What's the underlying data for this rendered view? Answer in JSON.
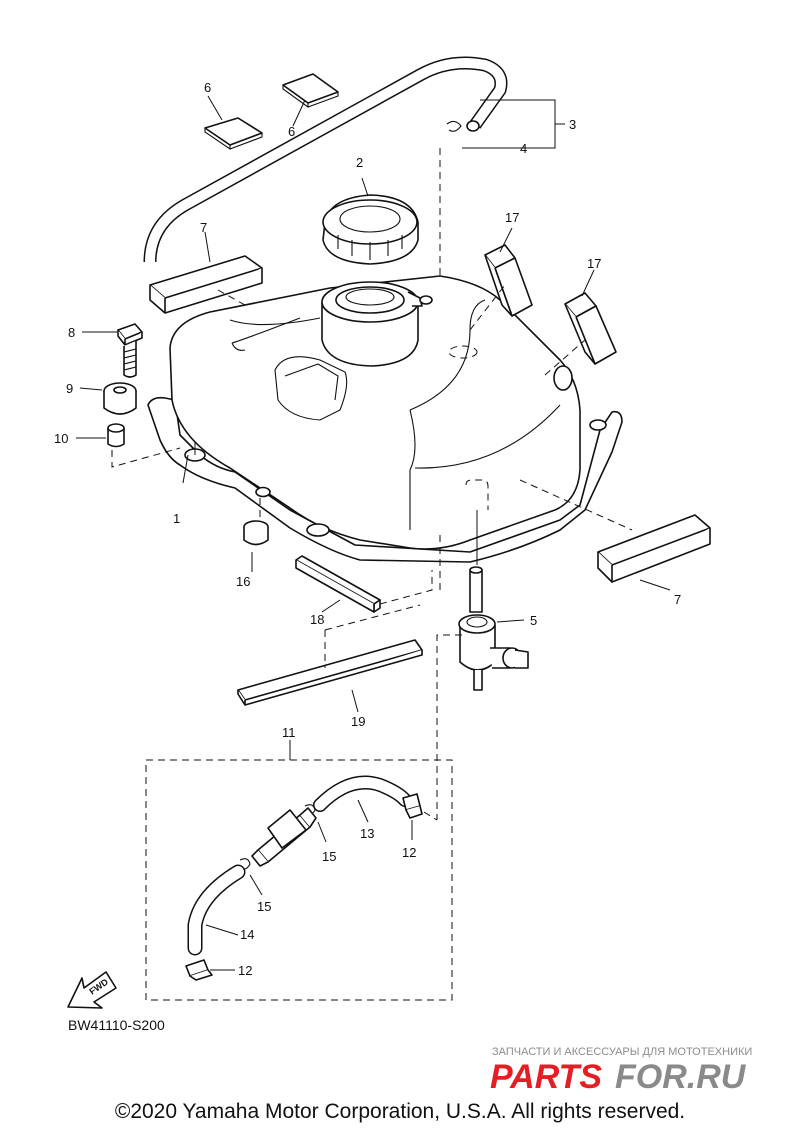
{
  "callouts": {
    "c1": "1",
    "c2": "2",
    "c3": "3",
    "c4": "4",
    "c5": "5",
    "c6a": "6",
    "c6b": "6",
    "c7a": "7",
    "c7b": "7",
    "c8": "8",
    "c9": "9",
    "c10": "10",
    "c11": "11",
    "c12a": "12",
    "c12b": "12",
    "c13": "13",
    "c14": "14",
    "c15a": "15",
    "c15b": "15",
    "c16": "16",
    "c17a": "17",
    "c17b": "17",
    "c18": "18",
    "c19": "19"
  },
  "fwd_label": "FWD",
  "diagram_code": "BW41110-S200",
  "watermark": {
    "tagline": "ЗАПЧАСТИ И АКСЕССУАРЫ ДЛЯ МОТОТЕХНИКИ",
    "logo_a": "PARTS",
    "logo_b": "FOR.RU",
    "logo_color_a": "#e31e24",
    "logo_color_b": "#8a8a8a"
  },
  "copyright": "©2020 Yamaha Motor Corporation, U.S.A. All rights reserved."
}
